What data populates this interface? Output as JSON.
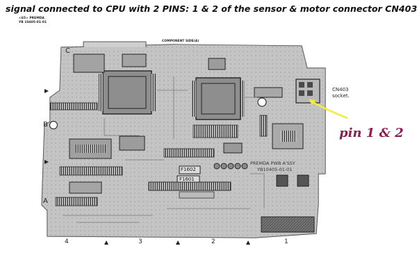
{
  "header": {
    "caption": "signal connected to CPU with 2 PINS: 1 & 2 of the sensor & motor connector CN403:"
  },
  "board_info": {
    "maker_line1": "<65> PREMDA",
    "maker_line2": "YB 10405-01-01",
    "side_label": "COMPONENT SIDE(A)",
    "assy_label": "PREMDA PWB A'SSY",
    "assy_code": "YB10405-01-01"
  },
  "connector": {
    "name": "CN403",
    "type": "socket.",
    "callout": "pin 1 & 2",
    "arrow_color": "#f2ec3a",
    "callout_color": "#8b1f52"
  },
  "components": {
    "f1602": "F1602",
    "f1601": "F1601"
  },
  "grid": {
    "rows": [
      "C",
      "B",
      "A"
    ],
    "cols": [
      "4",
      "3",
      "2",
      "1"
    ]
  }
}
